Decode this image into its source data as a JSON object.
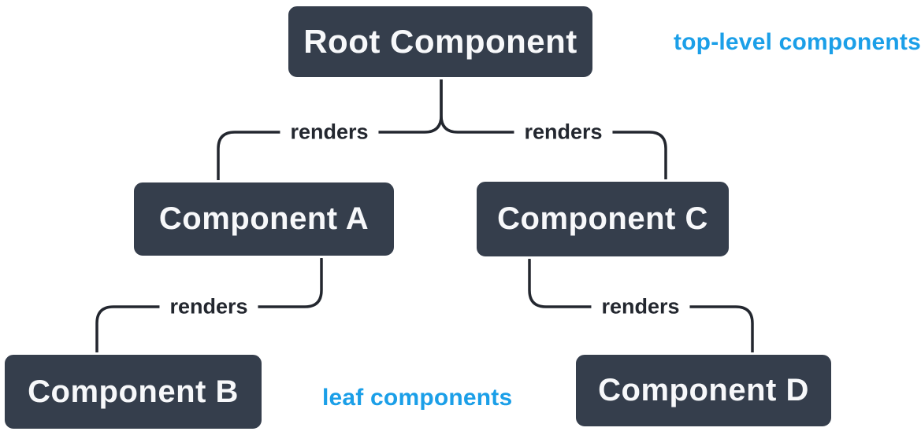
{
  "diagram": {
    "title_hint": "component render tree",
    "nodes": [
      {
        "id": "root",
        "label": "Root Component"
      },
      {
        "id": "a",
        "label": "Component A"
      },
      {
        "id": "b",
        "label": "Component B"
      },
      {
        "id": "c",
        "label": "Component C"
      },
      {
        "id": "d",
        "label": "Component D"
      }
    ],
    "edges": [
      {
        "from": "root",
        "to": "a",
        "label": "renders"
      },
      {
        "from": "root",
        "to": "c",
        "label": "renders"
      },
      {
        "from": "a",
        "to": "b",
        "label": "renders"
      },
      {
        "from": "c",
        "to": "d",
        "label": "renders"
      }
    ],
    "annotations": [
      {
        "id": "top-level",
        "text": "top-level components"
      },
      {
        "id": "leaf",
        "text": "leaf components"
      }
    ],
    "colors": {
      "background": "#FFFFFF",
      "node_fill": "#353E4C",
      "node_border": "#FFFFFF",
      "node_text": "#F7F8FA",
      "edge_line": "#23272F",
      "edge_label_text": "#23272F",
      "annotation_text": "#1B9FE8"
    }
  }
}
